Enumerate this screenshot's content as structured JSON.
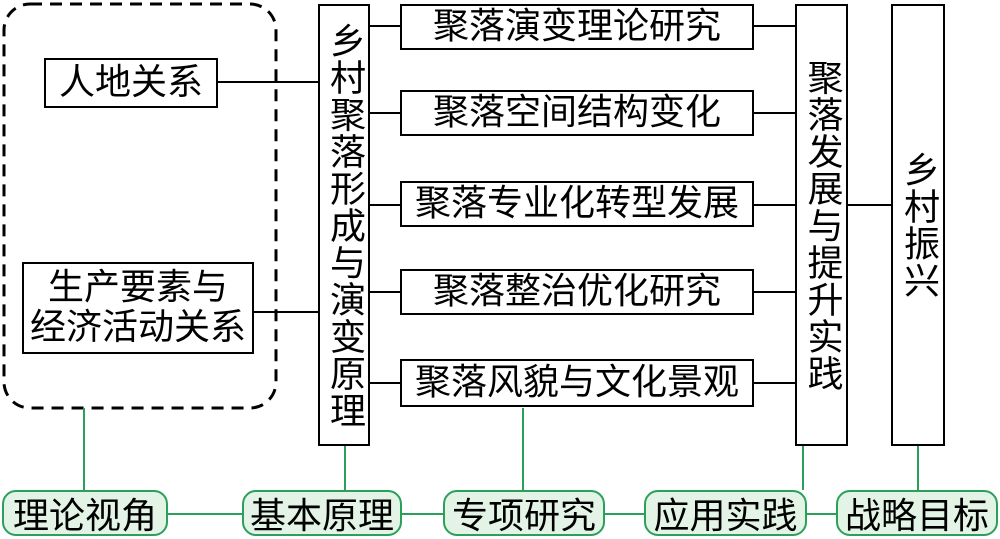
{
  "left_group": {
    "items": [
      "人地关系",
      "生产要素与",
      "经济活动关系"
    ]
  },
  "basic_principle": "乡村聚落形成与演变原理",
  "studies": [
    "聚落演变理论研究",
    "聚落空间结构变化",
    "聚落专业化转型发展",
    "聚落整治优化研究",
    "聚落风貌与文化景观"
  ],
  "practice": "聚落发展与提升实践",
  "goal": "乡村振兴",
  "stages": [
    "理论视角",
    "基本原理",
    "专项研究",
    "应用实践",
    "战略目标"
  ],
  "colors": {
    "stage_border": "#2aa05a",
    "stage_fill": "#e3f4e6",
    "stage_line": "#2aa05a"
  }
}
